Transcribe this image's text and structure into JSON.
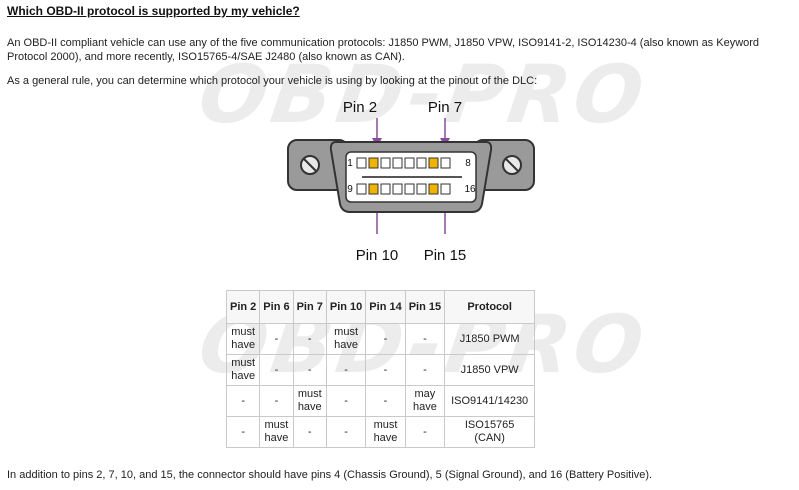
{
  "heading": "Which OBD-II protocol is supported by my vehicle?",
  "paragraph1": "An OBD-II compliant vehicle can use any of the five communication protocols: J1850 PWM, J1850 VPW, ISO9141-2, ISO14230-4 (also known as Keyword Protocol 2000), and more recently, ISO15765-4/SAE J2480 (also known as CAN).",
  "paragraph2": "As a general rule, you can determine which protocol your vehicle is using by looking at the pinout of the DLC:",
  "watermark": "OBD-PRO",
  "diagram": {
    "labels": {
      "pin2": "Pin 2",
      "pin7": "Pin 7",
      "pin10": "Pin 10",
      "pin15": "Pin 15"
    },
    "row_numbers": {
      "top_left": "1",
      "top_right": "8",
      "bottom_left": "9",
      "bottom_right": "16"
    },
    "colors": {
      "body": "#9a9a9a",
      "body_light": "#c2c2c2",
      "highlight_pin": "#f0b400",
      "arrow": "#8b4a9b"
    }
  },
  "table": {
    "headers": [
      "Pin 2",
      "Pin 6",
      "Pin 7",
      "Pin 10",
      "Pin 14",
      "Pin 15",
      "Protocol"
    ],
    "rows": [
      [
        "must\nhave",
        "-",
        "-",
        "must\nhave",
        "-",
        "-",
        "J1850 PWM"
      ],
      [
        "must\nhave",
        "-",
        "-",
        "-",
        "-",
        "-",
        "J1850 VPW"
      ],
      [
        "-",
        "-",
        "must\nhave",
        "-",
        "-",
        "may\nhave",
        "ISO9141/14230"
      ],
      [
        "-",
        "must\nhave",
        "-",
        "-",
        "must\nhave",
        "-",
        "ISO15765\n(CAN)"
      ]
    ]
  },
  "paragraph3": "In addition to pins 2, 7, 10, and 15, the connector should have pins 4 (Chassis Ground), 5 (Signal Ground), and 16 (Battery Positive)."
}
